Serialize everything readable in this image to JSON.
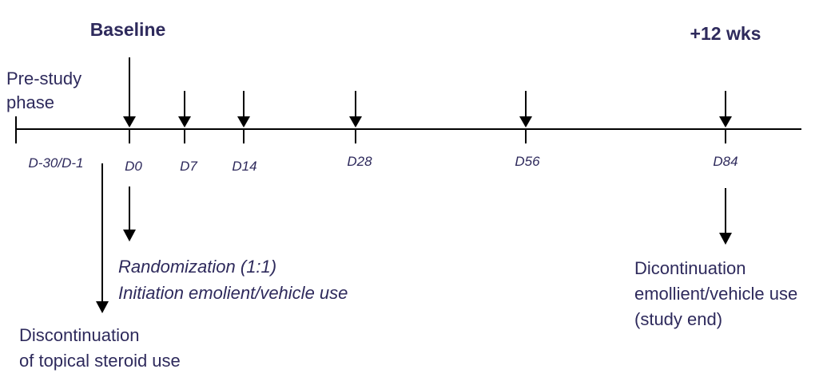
{
  "headers": {
    "baseline": "Baseline",
    "end": "+12 wks"
  },
  "pre_study": {
    "line1": "Pre-study",
    "line2": "phase"
  },
  "timeline": [
    {
      "id": "pre",
      "label": "D-30/D-1",
      "arrow": false
    },
    {
      "id": "d0",
      "label": "D0",
      "arrow": true
    },
    {
      "id": "d7",
      "label": "D7",
      "arrow": true
    },
    {
      "id": "d14",
      "label": "D14",
      "arrow": true
    },
    {
      "id": "d28",
      "label": "D28",
      "arrow": true
    },
    {
      "id": "d56",
      "label": "D56",
      "arrow": true
    },
    {
      "id": "d84",
      "label": "D84",
      "arrow": true
    }
  ],
  "notes": {
    "randomization": {
      "line1": "Randomization (1:1)",
      "line2": "Initiation emolient/vehicle use"
    },
    "steroid": {
      "line1": "Discontinuation",
      "line2": "of topical steroid use"
    },
    "end": {
      "line1": "Dicontinuation",
      "line2": "emollient/vehicle use",
      "line3": "(study end)"
    }
  }
}
